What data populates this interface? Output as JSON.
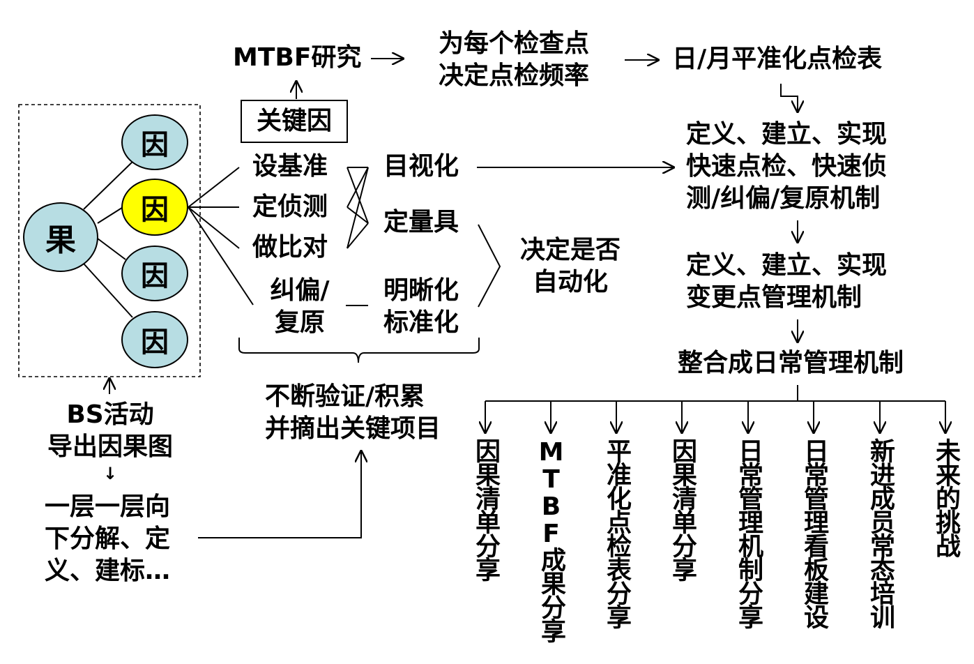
{
  "colors": {
    "node_fill": "#b7dde3",
    "highlight_fill": "#ffff00",
    "line": "#000000"
  },
  "fishbone": {
    "effect": "果",
    "causes": [
      "因",
      "因",
      "因",
      "因"
    ]
  },
  "left": {
    "bs_activity": [
      "BS活动",
      "导出因果图"
    ],
    "arrow_glyph": "↓",
    "layer": [
      "一层一层向",
      "下分解、定",
      "义、建标…"
    ]
  },
  "middle": {
    "key_factor": "关键因",
    "mtbf": "MTBF研究",
    "freq": [
      "为每个检查点",
      "决定点检频率"
    ],
    "checklist": "日/月平准化点检表",
    "actions": [
      "设基准",
      "定侦测",
      "做比对",
      "纠偏/",
      "复原"
    ],
    "tools": [
      "目视化",
      "定量具",
      "明晰化",
      "标准化"
    ],
    "automation": [
      "决定是否",
      "自动化"
    ],
    "verify": [
      "不断验证/积累",
      "并摘出关键项目"
    ]
  },
  "right": {
    "mechanism1": [
      "定义、建立、实现",
      "快速点检、快速侦",
      "测/纠偏/复原机制"
    ],
    "mechanism2": [
      "定义、建立、实现",
      "变更点管理机制"
    ],
    "integrate": "整合成日常管理机制",
    "outputs": [
      "因果清单分享",
      "MTBF成果分享",
      "平准化点检表分享",
      "因果清单分享",
      "日常管理机制分享",
      "日常管理看板建设",
      "新进成员常态培训",
      "未来的挑战"
    ]
  }
}
